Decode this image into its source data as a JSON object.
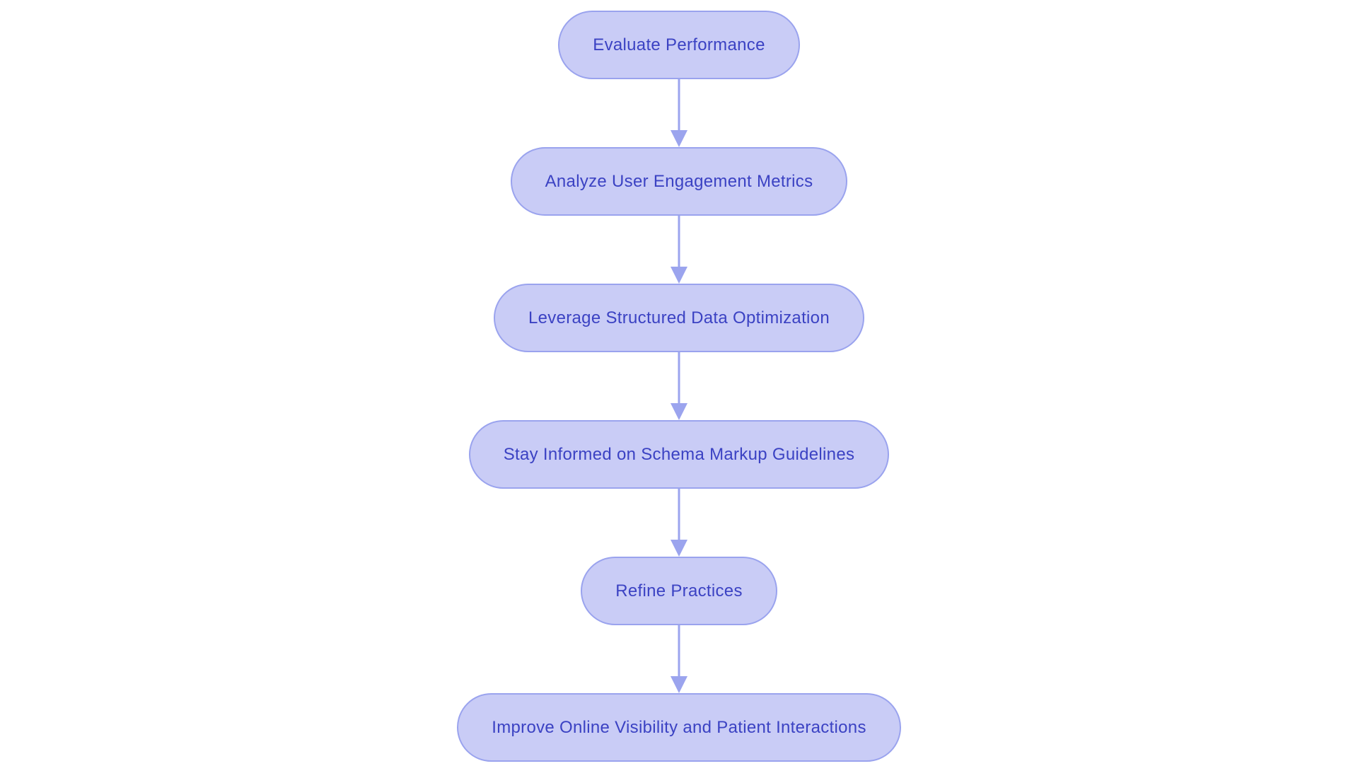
{
  "flowchart": {
    "type": "flowchart",
    "direction": "top-down",
    "colors": {
      "background": "#ffffff",
      "node_fill": "#c9ccf6",
      "node_border": "#9aa3ee",
      "node_text": "#3b42c3",
      "arrow_color": "#9ba4ee"
    },
    "nodes": [
      {
        "id": 0,
        "label": "Evaluate Performance"
      },
      {
        "id": 1,
        "label": "Analyze User Engagement Metrics"
      },
      {
        "id": 2,
        "label": "Leverage Structured Data Optimization"
      },
      {
        "id": 3,
        "label": "Stay Informed on Schema Markup Guidelines"
      },
      {
        "id": 4,
        "label": "Refine Practices"
      },
      {
        "id": 5,
        "label": "Improve Online Visibility and Patient Interactions"
      }
    ],
    "edges": [
      {
        "from": 0,
        "to": 1
      },
      {
        "from": 1,
        "to": 2
      },
      {
        "from": 2,
        "to": 3
      },
      {
        "from": 3,
        "to": 4
      },
      {
        "from": 4,
        "to": 5
      }
    ]
  }
}
